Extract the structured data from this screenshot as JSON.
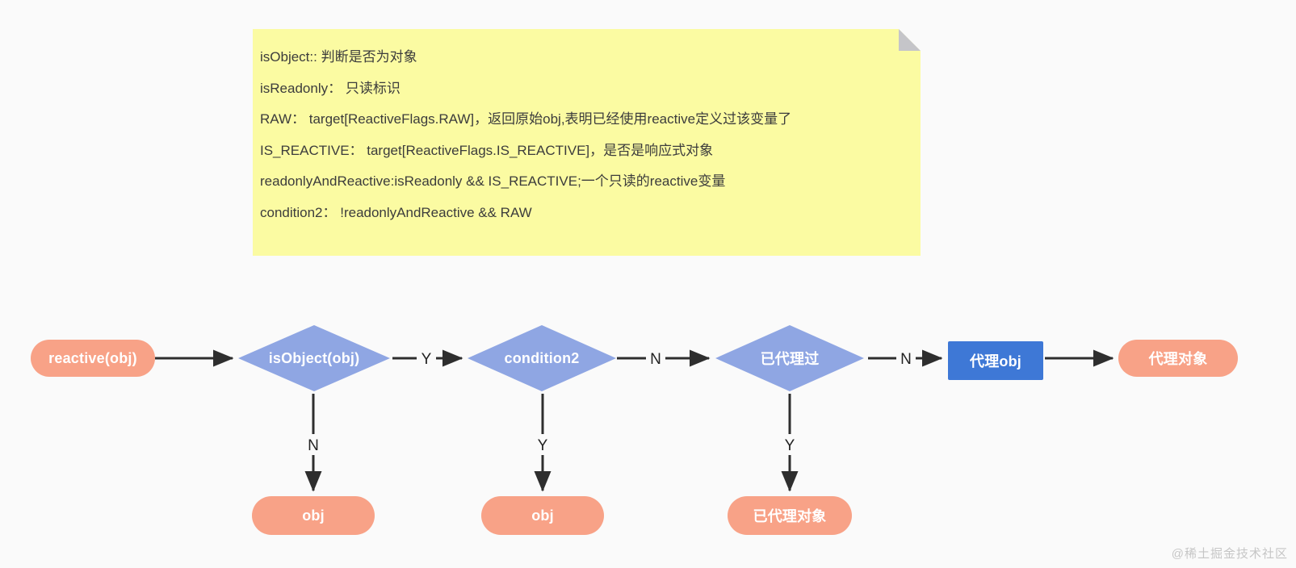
{
  "page": {
    "background": "#fafafa",
    "watermark": "@稀土掘金技术社区"
  },
  "note": {
    "bg_color": "#fbfba2",
    "fold_color": "#c5c5c9",
    "lines": [
      "isObject:: 判断是否为对象",
      "isReadonly： 只读标识",
      "RAW： target[ReactiveFlags.RAW]，返回原始obj,表明已经使用reactive定义过该变量了",
      "IS_REACTIVE： target[ReactiveFlags.IS_REACTIVE]，是否是响应式对象",
      "readonlyAndReactive:isReadonly && IS_REACTIVE;一个只读的reactive变量",
      "condition2： !readonlyAndReactive && RAW"
    ]
  },
  "flowchart": {
    "colors": {
      "terminal_fill": "#f8a287",
      "decision_fill": "#8fa6e3",
      "process_fill": "#3e78d6",
      "edge_stroke": "#2e2e2e",
      "node_text": "#ffffff"
    },
    "nodes": {
      "start": "reactive(obj)",
      "is_object": "isObject(obj)",
      "condition2": "condition2",
      "already_proxied": "已代理过",
      "proxy_obj": "代理obj",
      "proxy_result": "代理对象",
      "obj_1": "obj",
      "obj_2": "obj",
      "already_proxied_result": "已代理对象"
    },
    "edge_labels": {
      "isobject_to_condition2": "Y",
      "condition2_to_already": "N",
      "already_to_proxyobj": "N",
      "isobject_to_obj1": "N",
      "condition2_to_obj2": "Y",
      "already_to_result": "Y"
    }
  }
}
